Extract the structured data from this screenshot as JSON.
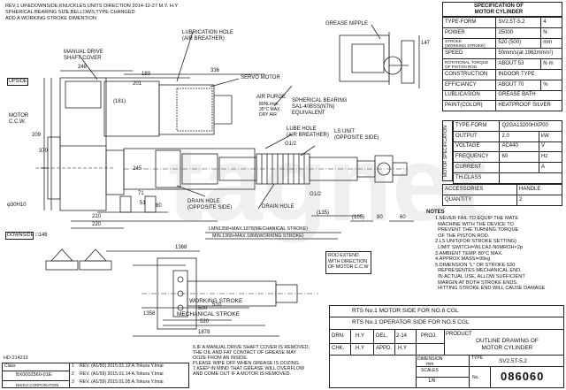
{
  "revision_header": {
    "line1": "REV.1 UP&DOWNSIDE,KNUCKLES UNITS DIRECTION    2014-12-27 M.Y. H.Y",
    "line2": "SPHERICAL BEARING SIZE,BELLOWS,TYPE CHANGED",
    "line3": "ADD A WORKING STROKE DIMENTION"
  },
  "callouts": {
    "manual_drive_cover": "MANUAL DRIVE\nSHAFT COVER",
    "lubrication_hole": "LUBRICATION HOLE\n(AIR BREATHER)",
    "servo_motor": "SERVO MOTOR",
    "air_purge": "AIR PURGE",
    "air_purge_spec": "80NL/min.\n35°C MAX.\nDRY AIR",
    "spherical_bearing": "SPHERICAL BEARING\nSA1-40BSS(NTN)\nEQUIVALENT",
    "lube_hole": "LUBE HOLE\n(AIR BREATHER)",
    "ls_unit": "LS UNIT\n(OPPOSITE SIDE)",
    "grease_nipple": "GREASE NIPPLE",
    "drain_hole_opposite": "DRAIN HOLE\n(OPPOSITE SIDE)",
    "drain_hole": "DRAIN HOLE",
    "motor_ccw": "MOTOR\nC.C.W.",
    "upside": "UPSIDE",
    "downside": "DOWNSIDE",
    "rod_extend": "ROD EXTEND\nWITH DIRECTION\nOF MOTOR C.C.W",
    "lmn_mech": "LMN1358+MAX.1878(MECHANICAL STROKE)",
    "min_working": "MIN.1368+MAX.1868(WORKING STROKE)",
    "working_stroke": "WORKING STROKE",
    "mechanical_stroke": "MECHANICAL STROKE",
    "g12a": "G1/2",
    "g12b": "G1/2",
    "bore": "φ30H10"
  },
  "dimensions": {
    "d248": "248",
    "d183": "183",
    "d336": "336",
    "d201": "201",
    "d209": "209",
    "d370": "370",
    "d181": "(181)",
    "d245": "245",
    "d71": "71",
    "d51": "51",
    "d80": "80",
    "d210": "210",
    "d220": "220",
    "d148": "□148",
    "d135": "(135)",
    "d105": "(105)",
    "d80b": "80",
    "d60": "60",
    "d147": "147",
    "d1368": "1368",
    "d1358": "1358",
    "d510": "510",
    "d500": "500",
    "d520": "520",
    "d1878": "1878"
  },
  "spec": {
    "title": "SPECIFICATION OF\nMOTOR CYLINDER",
    "rows": [
      {
        "k": "TYPE-FORM",
        "v": "SV2.5T-5.2",
        "u": "4"
      },
      {
        "k": "POWER",
        "v": "25000",
        "u": "N"
      },
      {
        "k": "STROKE\n(WORKING STROKE)",
        "v": "520  (500)",
        "u": "mm"
      },
      {
        "k": "SPEED",
        "v": "50mm/s(at 1962mm/s²)",
        "u": ""
      },
      {
        "k": "ROTATIONAL TORQUE\nOF PISTON ROD",
        "v": "ABOUT 53",
        "u": "N·m"
      },
      {
        "k": "CONSTRUCTION",
        "v": "INDOOR TYPE",
        "u": ""
      },
      {
        "k": "EFFICIANCY",
        "v": "ABOUT 70",
        "u": "%"
      },
      {
        "k": "LUBLICASION",
        "v": "GREASE BATH",
        "u": ""
      },
      {
        "k": "PAINT(COLOR)",
        "v": "HEATPROOF SILVER",
        "u": ""
      }
    ],
    "motor_label": "MOTOR SPECIFICATION",
    "motor_rows": [
      {
        "k": "TYPE-FORM",
        "v": "Q2GA13200HXP00",
        "u": ""
      },
      {
        "k": "OUTPUT",
        "v": "2.0",
        "u": "kW"
      },
      {
        "k": "VOLTAGE",
        "v": "AC440",
        "u": "V"
      },
      {
        "k": "FREQUENCY",
        "v": "60",
        "u": "Hz"
      },
      {
        "k": "CURRENT",
        "v": "",
        "u": "A"
      },
      {
        "k": "TH.CLASS",
        "v": "",
        "u": ""
      }
    ],
    "tail_rows": [
      {
        "k": "ACCESSORIES",
        "v": "HANDLE",
        "u": ""
      },
      {
        "k": "QUANTITY",
        "v": "2",
        "u": ""
      }
    ]
  },
  "notes": {
    "title": "NOTES",
    "items": [
      "1.NEVER FAIL TO EQUIP THE MATE\n  MACHINE WITH THE DEVICE TO\n  PREVENT THE TURNING TORQUE\n  OF THE PISTON ROD.",
      "2.LS UNIT(FOR STROKE SETTING)\n  LIMIT SWITCH=WLCA2-N0MROH×2p",
      "3.AMBIENT TEMP. 80°C MAX.",
      "4.APPROX MASS≒95kg",
      "5.DIMENSION \"L\" OR STROKE 520\n  REPRESENTES MECHANICAL END.\n  IN ACTUAL USE, ALLOW SUFFICIENT\n  MARGIN AT BOTH STROKE ENDS.\n  HITTING STROKE END WILL CAUSE DAMAGE"
    ],
    "bottom": [
      "6.IF A MANUAL DRIVE SHAFT COVER IS REMOVED,",
      "  THE OIL AND FAT CONTACT OF GREASE MAY",
      "  OOZE FROM AN INSIDE.",
      "  PLEASE WIPE OFF WHEN GREASE IS OOZING.",
      "7.KEEP IN MIND THAT GREASE WILL OVERFLOW",
      "  AND COME OUT IF A MOTOR IS REMOVED."
    ]
  },
  "title_block": {
    "rts1": "RTS No.1 MOTOR SIDE FOR NO.6 CGL",
    "rts2": "RTS No.1 OPERATOR SIDE FOR NO.5 CGL",
    "drn": "DRN.",
    "drn_v": "H.Y",
    "chk": "CHK.",
    "chk_v": "H.Y",
    "del": "DEL.",
    "del_v": "2-14",
    "appd": "APPD.",
    "appd_v": "H.Y",
    "proj": "PROJ.",
    "product": "PRODUCT",
    "drawing_title": "OUTLINE DRAWING OF\nMOTOR CYLINDER",
    "dimension": "DIMENSION",
    "unit": "mm",
    "type": "TYPE",
    "type_v": "SV2.5T-5.2",
    "scales": "SCALES",
    "scale_v": "1/6",
    "no": "No.",
    "dwg_no": "086060"
  },
  "revisions": {
    "doc_id": "HD-214213",
    "class": "Class",
    "code": "BX0002560-01E",
    "company": "NIKKO CORPORATION",
    "rows": [
      {
        "sym": "1",
        "text": "REV. (A1/50)  2015.01.12  A.Tokura  Y.Imai"
      },
      {
        "sym": "2",
        "text": "REV. (A1/59)  2015.01.14  A.Tokura  Y.Imai"
      },
      {
        "sym": "3",
        "text": "REV. (A1/59)  2015.01.05  A.Tokura  Y.Imai"
      }
    ]
  },
  "watermark": "tagnet"
}
